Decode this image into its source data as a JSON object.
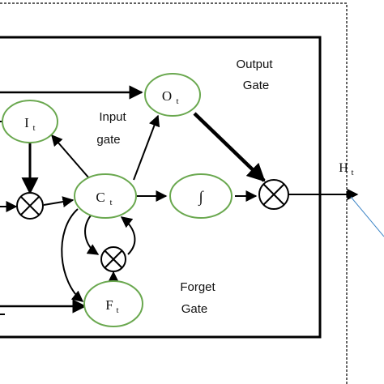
{
  "nodes": {
    "output": {
      "symbol": "O",
      "subscript": "t"
    },
    "input": {
      "symbol": "I",
      "subscript": "t"
    },
    "cell": {
      "symbol": "C",
      "subscript": "t"
    },
    "activation": {
      "symbol": "∫"
    },
    "forget": {
      "symbol": "F",
      "subscript": "t"
    }
  },
  "labels": {
    "output_gate": [
      "Output",
      "Gate"
    ],
    "input_gate": [
      "Input",
      "gate"
    ],
    "forget_gate": [
      "Forget",
      "Gate"
    ],
    "hidden_state": {
      "symbol": "H",
      "subscript": "t"
    }
  },
  "colors": {
    "node_border": "#6aa84f",
    "line": "#000000",
    "accent_line": "#3d85c6"
  }
}
